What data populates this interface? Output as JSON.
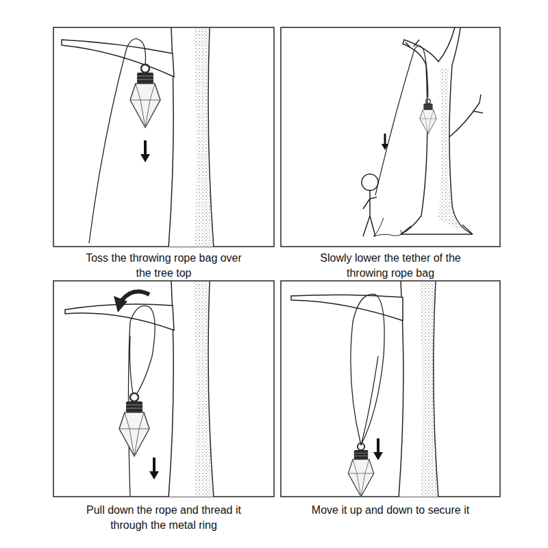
{
  "diagram": {
    "labels": [
      "Toss the throwing rope bag over the tree top",
      "Slowly lower the tether of the throwing rope bag",
      "Pull down the rope and thread it through the metal ring",
      "Move it up and down to secure it"
    ]
  }
}
